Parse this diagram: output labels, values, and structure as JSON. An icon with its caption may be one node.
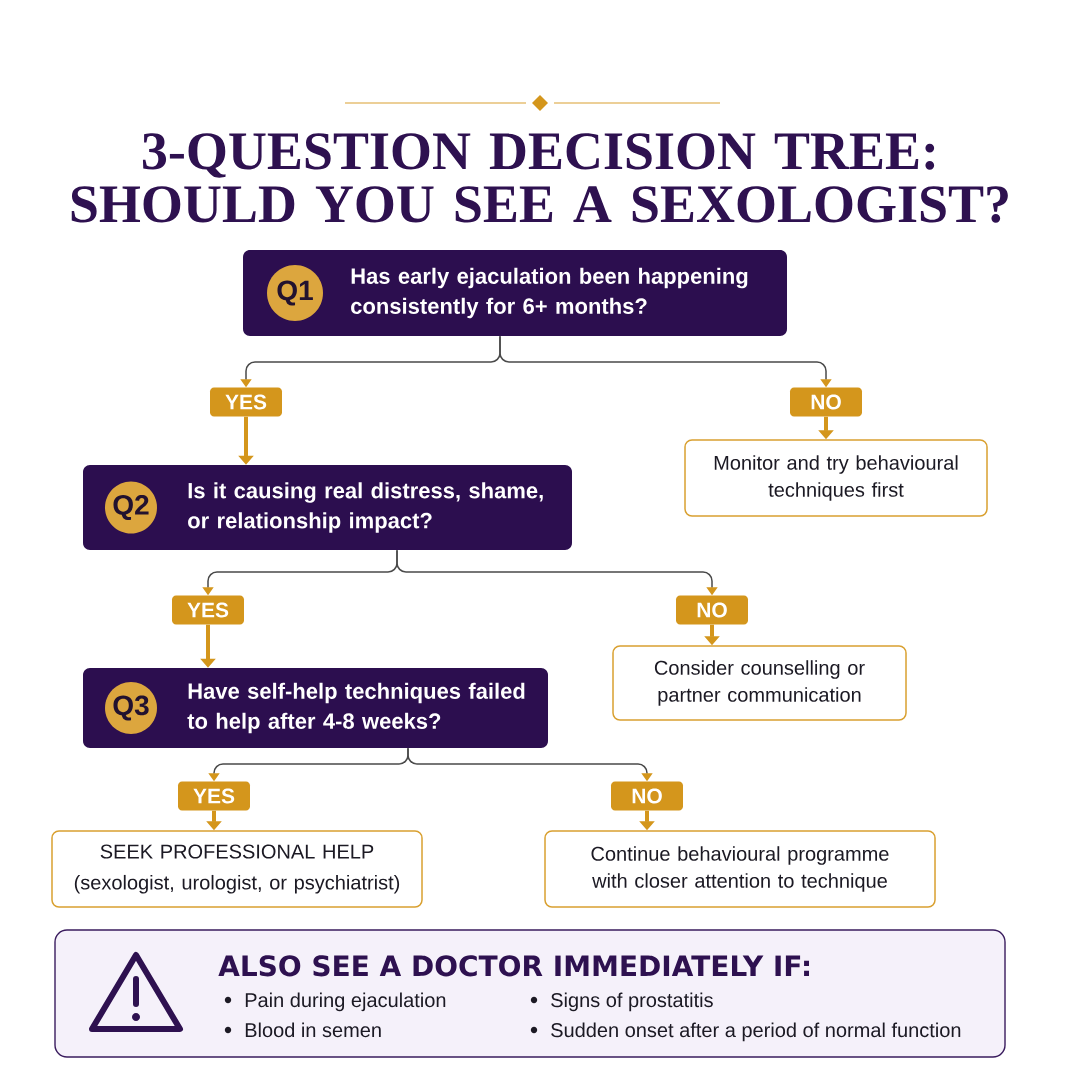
{
  "diagram": {
    "title": "3-QUESTION DECISION TREE: SHOULD YOU SEE A SEXOLOGIST?",
    "nodes": [
      {
        "text": [
          "Has early ejaculation been happening consistently for 6+ months?"
        ]
      },
      {
        "text": [
          "Q1"
        ],
        "in": 0
      },
      {
        "text": [
          "YES"
        ]
      },
      {
        "text": [
          "NO"
        ]
      },
      {
        "text": [
          "Monitor and try behavioural techniques first"
        ]
      },
      {
        "text": [
          "Is it causing real distress, shame, or relationship impact?"
        ]
      },
      {
        "text": [
          "Q2"
        ],
        "in": 5
      },
      {
        "text": [
          "YES"
        ]
      },
      {
        "text": [
          "NO"
        ]
      },
      {
        "text": [
          "Consider counselling or partner communication"
        ]
      },
      {
        "text": [
          "Have self-help techniques failed to help after 4-8 weeks?"
        ]
      },
      {
        "text": [
          "Q3"
        ],
        "in": 10
      },
      {
        "text": [
          "YES"
        ]
      },
      {
        "text": [
          "NO"
        ]
      },
      {
        "text": [
          "SEEK PROFESSIONAL HELP",
          "(sexologist, urologist, or psychiatrist)"
        ]
      },
      {
        "text": [
          "Continue behavioural programme with closer attention to technique"
        ]
      },
      {
        "text": [
          "ALSO SEE A DOCTOR IMMEDIATELY IF:",
          "Pain during ejaculation",
          "Signs of prostatitis",
          "Blood in semen",
          "Sudden onset after a period of normal function"
        ]
      }
    ],
    "edges": [
      {
        "from": 0,
        "to": 2,
        "arrow": "to"
      },
      {
        "from": 0,
        "to": 3,
        "arrow": "to"
      },
      {
        "from": 2,
        "to": 5,
        "arrow": "to",
        "style": "thick",
        "color": "#d4961c"
      },
      {
        "from": 3,
        "to": 4,
        "arrow": "to",
        "style": "thick",
        "color": "#d4961c"
      },
      {
        "from": 5,
        "to": 7,
        "arrow": "to"
      },
      {
        "from": 5,
        "to": 8,
        "arrow": "to"
      },
      {
        "from": 7,
        "to": 10,
        "arrow": "to",
        "style": "thick",
        "color": "#d4961c"
      },
      {
        "from": 8,
        "to": 9,
        "arrow": "to",
        "style": "thick",
        "color": "#d4961c"
      },
      {
        "from": 10,
        "to": 12,
        "arrow": "to"
      },
      {
        "from": 10,
        "to": 13,
        "arrow": "to"
      },
      {
        "from": 12,
        "to": 14,
        "arrow": "to",
        "style": "thick",
        "color": "#d4961c"
      },
      {
        "from": 13,
        "to": 15,
        "arrow": "to",
        "style": "thick",
        "color": "#d4961c"
      }
    ]
  }
}
